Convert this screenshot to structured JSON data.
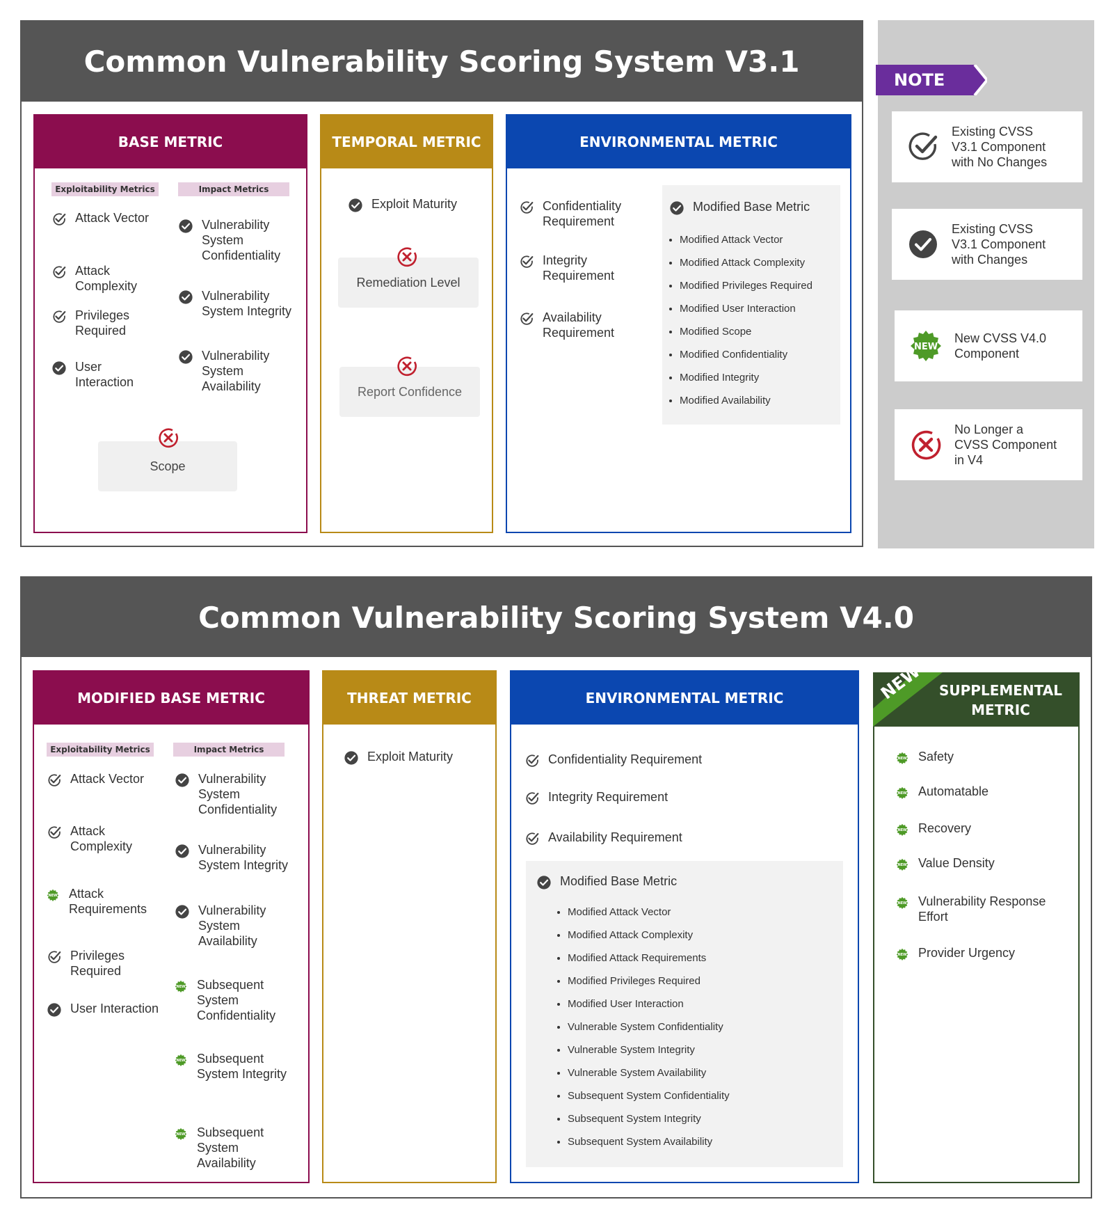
{
  "colors": {
    "base": "#8b0d4e",
    "temporal": "#b88a17",
    "env": "#0b47b0",
    "supp": "#344f2a",
    "note_tag": "#6a2d9c",
    "title": "#555555",
    "x_icon": "#c0202e",
    "new_badge": "#4e9a27"
  },
  "v31": {
    "title": "Common Vulnerability Scoring System V3.1",
    "base": {
      "header": "BASE METRIC",
      "exploit_label": "Exploitability Metrics",
      "impact_label": "Impact Metrics",
      "exploit": [
        {
          "text": "Attack Vector",
          "icon": "check-outline-icon"
        },
        {
          "text": "Attack Complexity",
          "icon": "check-outline-icon"
        },
        {
          "text": "Privileges Required",
          "icon": "check-outline-icon"
        },
        {
          "text": "User Interaction",
          "icon": "check-filled-icon"
        }
      ],
      "impact": [
        {
          "text": "Vulnerability System Confidentiality",
          "icon": "check-filled-icon"
        },
        {
          "text": "Vulnerability System Integrity",
          "icon": "check-filled-icon"
        },
        {
          "text": "Vulnerability System Availability",
          "icon": "check-filled-icon"
        }
      ],
      "removed": "Scope"
    },
    "temporal": {
      "header": "TEMPORAL METRIC",
      "kept": "Exploit Maturity",
      "removed": [
        "Remediation Level",
        "Report Confidence"
      ]
    },
    "env": {
      "header": "ENVIRONMENTAL METRIC",
      "requirements": [
        "Confidentiality Requirement",
        "Integrity Requirement",
        "Availability Requirement"
      ],
      "modified_title": "Modified Base Metric",
      "modified_items": [
        "Modified Attack Vector",
        "Modified Attack Complexity",
        "Modified Privileges Required",
        "Modified User Interaction",
        "Modified Scope",
        "Modified Confidentiality",
        "Modified Integrity",
        "Modified Availability"
      ]
    }
  },
  "note": {
    "tag": "NOTE",
    "legend": [
      {
        "text": "Existing CVSS V3.1 Component with No Changes",
        "icon": "check-outline-icon"
      },
      {
        "text": "Existing CVSS V3.1 Component with Changes",
        "icon": "check-filled-icon"
      },
      {
        "text": "New CVSS V4.0 Component",
        "icon": "new-badge-icon",
        "badge": "NEW"
      },
      {
        "text": "No Longer a CVSS Component in V4",
        "icon": "x-circle-icon"
      }
    ]
  },
  "v40": {
    "title": "Common Vulnerability Scoring System V4.0",
    "base": {
      "header": "MODIFIED BASE METRIC",
      "exploit_label": "Exploitability Metrics",
      "impact_label": "Impact Metrics",
      "exploit": [
        {
          "text": "Attack Vector",
          "icon": "check-outline-icon"
        },
        {
          "text": "Attack Complexity",
          "icon": "check-outline-icon"
        },
        {
          "text": "Attack Requirements",
          "icon": "new-badge-icon"
        },
        {
          "text": "Privileges Required",
          "icon": "check-outline-icon"
        },
        {
          "text": "User Interaction",
          "icon": "check-filled-icon"
        }
      ],
      "impact": [
        {
          "text": "Vulnerability System Confidentiality",
          "icon": "check-filled-icon"
        },
        {
          "text": "Vulnerability System Integrity",
          "icon": "check-filled-icon"
        },
        {
          "text": "Vulnerability System Availability",
          "icon": "check-filled-icon"
        },
        {
          "text": "Subsequent System Confidentiality",
          "icon": "new-badge-icon"
        },
        {
          "text": "Subsequent System Integrity",
          "icon": "new-badge-icon"
        },
        {
          "text": "Subsequent System Availability",
          "icon": "new-badge-icon"
        }
      ]
    },
    "threat": {
      "header": "THREAT METRIC",
      "items": [
        "Exploit Maturity"
      ]
    },
    "env": {
      "header": "ENVIRONMENTAL METRIC",
      "requirements": [
        "Confidentiality Requirement",
        "Integrity  Requirement",
        "Availability Requirement"
      ],
      "modified_title": "Modified Base Metric",
      "modified_items": [
        "Modified Attack Vector",
        "Modified Attack Complexity",
        "Modified Attack Requirements",
        "Modified Privileges Required",
        "Modified User Interaction",
        "Vulnerable System Confidentiality",
        "Vulnerable System Integrity",
        "Vulnerable System Availability",
        "Subsequent System Confidentiality",
        "Subsequent System Integrity",
        "Subsequent System Availability"
      ]
    },
    "supp": {
      "ribbon": "NEW",
      "header": "SUPPLEMENTAL METRIC",
      "items": [
        "Safety",
        "Automatable",
        "Recovery",
        "Value Density",
        "Vulnerability Response Effort",
        "Provider Urgency"
      ]
    }
  }
}
